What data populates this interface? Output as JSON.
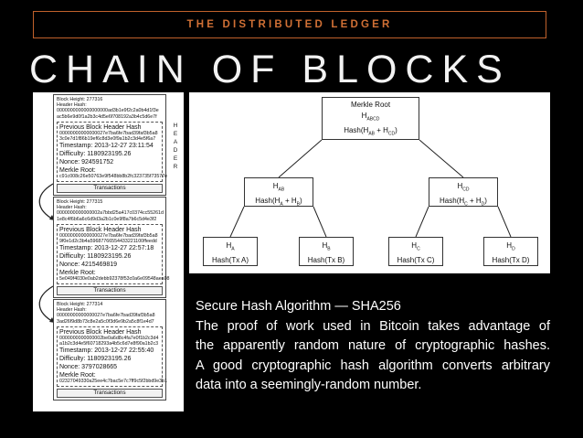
{
  "banner": "THE DISTRIBUTED LEDGER",
  "title": "CHAIN OF BLOCKS",
  "blocks": [
    {
      "height": "Block Height: 277316",
      "header_hash": "Header Hash:",
      "hash_line1": "0000000000000000000ad3b1e9f2c2a0b4d1f3e",
      "hash_line2": "ac5b6e9d0f1a2b3c4d5e6f708192a3b4c5d6e7f",
      "prev": "Previous Block Header Hash",
      "prev_line1": "00000000000000027e7ba6fe7bad39faf3b5a8",
      "prev_line2": "3c0e7d1f86b19ef6c8d3e0f9a1b2c3d4e5f6a7",
      "timestamp": "Timestamp: 2013-12-27 23:11:54",
      "difficulty": "Difficulty: 1180923195.26",
      "nonce": "Nonce: 924591752",
      "merkle": "Merkle Root:",
      "merkle_line1": "c91c008c26e50763e9f548bb8b2fc323735f73577e",
      "transactions": "Transactions"
    },
    {
      "height": "Block Height: 277315",
      "header_hash": "Header Hash:",
      "hash_line1": "0000000000000002a7bbd25a417c0374cc55261d",
      "hash_line2": "1e8c4f6b6a6c6d9d3a2b1c0e9f8a7b6c5d4e3f2",
      "prev": "Previous Block Header Hash",
      "prev_line1": "00000000000000027e7ba6fe7bad39faf3b5a8",
      "prev_line2": "9f0e1d2c3b4a59687766554433221100ffeedd",
      "timestamp": "Timestamp: 2013-12-27 22:57:18",
      "difficulty": "Difficulty: 1180923195.26",
      "nonce": "Nonce: 4215469819",
      "merkle": "Merkle Root:",
      "merkle_line1": "5e049f4030e0ab2debb92378f53c0a6e09548aea08",
      "transactions": "Transactions"
    },
    {
      "height": "Block Height: 277314",
      "header_hash": "Header Hash:",
      "hash_line1": "00000000000000027e7ba6fe7bad39faf3b5a8",
      "hash_line2": "3ad26f9d8b73c8e2a5c0f3d6e9b2a5c8f1e4d7",
      "prev": "Previous Block Header Hash",
      "prev_line1": "0000000000000002be0a6d8c4fa7e0f1b2c3d4",
      "prev_line2": "a1b2c3d4e5f60718293a4b5c6d7e8f90a1b2c3",
      "timestamp": "Timestamp: 2013-12-27 22:55:40",
      "difficulty": "Difficulty: 1180923195.26",
      "nonce": "Nonce: 3797028665",
      "merkle": "Merkle Root:",
      "merkle_line1": "02327049330a25ee4c7bac5e7c7ff9c5f2bbd9e3b1",
      "transactions": "Transactions"
    }
  ],
  "vertical_label": [
    "H",
    "E",
    "A",
    "D",
    "E",
    "R"
  ],
  "merkle_tree": {
    "root_title": "Merkle Root",
    "root_hash": "H",
    "root_sub": "ABCD",
    "root_formula": "Hash(H",
    "root_formula_sub1": "AB",
    "root_formula_mid": " + H",
    "root_formula_sub2": "CD",
    "root_formula_end": ")",
    "ab_hash": "H",
    "ab_sub": "AB",
    "ab_formula": "Hash(H",
    "ab_sub1": "A",
    "ab_mid": " + H",
    "ab_sub2": "B",
    "ab_end": ")",
    "cd_hash": "H",
    "cd_sub": "CD",
    "cd_formula": "Hash(H",
    "cd_sub1": "C",
    "cd_mid": " + H",
    "cd_sub2": "D",
    "cd_end": ")",
    "leaves": [
      {
        "h": "H",
        "sub": "A",
        "formula": "Hash(Tx A)"
      },
      {
        "h": "H",
        "sub": "B",
        "formula": "Hash(Tx B)"
      },
      {
        "h": "H",
        "sub": "C",
        "formula": "Hash(Tx C)"
      },
      {
        "h": "H",
        "sub": "D",
        "formula": "Hash(Tx D)"
      }
    ]
  },
  "caption": {
    "line1": "Secure Hash Algorithm — SHA256",
    "line2": "The proof of work used in Bitcoin takes advantage of",
    "line3": "the apparently random nature of cryptographic hashes.",
    "line4": "A good cryptographic hash algorithm converts arbitrary",
    "line5": "data into a seemingly-random number."
  },
  "colors": {
    "accent": "#d07035",
    "banner_border": "#c0612b",
    "background": "#000000"
  }
}
